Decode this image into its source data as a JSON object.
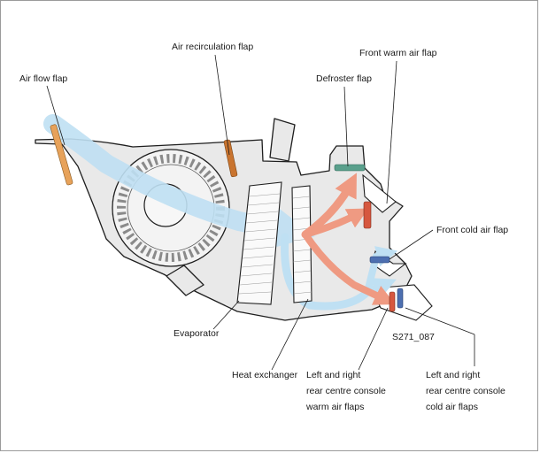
{
  "labels": {
    "air_flow_flap": "Air flow flap",
    "air_recirculation_flap": "Air recirculation flap",
    "defroster_flap": "Defroster flap",
    "front_warm_air_flap": "Front warm air flap",
    "front_cold_air_flap": "Front cold air flap",
    "evaporator": "Evaporator",
    "heat_exchanger": "Heat exchanger",
    "rear_warm_flaps": [
      "Left and right",
      "rear centre console",
      "warm air flaps"
    ],
    "rear_cold_flaps": [
      "Left and right",
      "rear centre console",
      "cold air flaps"
    ],
    "figure_code": "S271_087"
  },
  "colors": {
    "cold_air": "#bfe0f3",
    "warm_air": "#ef9a82",
    "flap_orange": "#e7a25a",
    "flap_brown": "#c9742f",
    "flap_green": "#5aa08c",
    "flap_red": "#d6573f",
    "flap_blue": "#4d6fb0",
    "housing": "#e9e9e9"
  }
}
